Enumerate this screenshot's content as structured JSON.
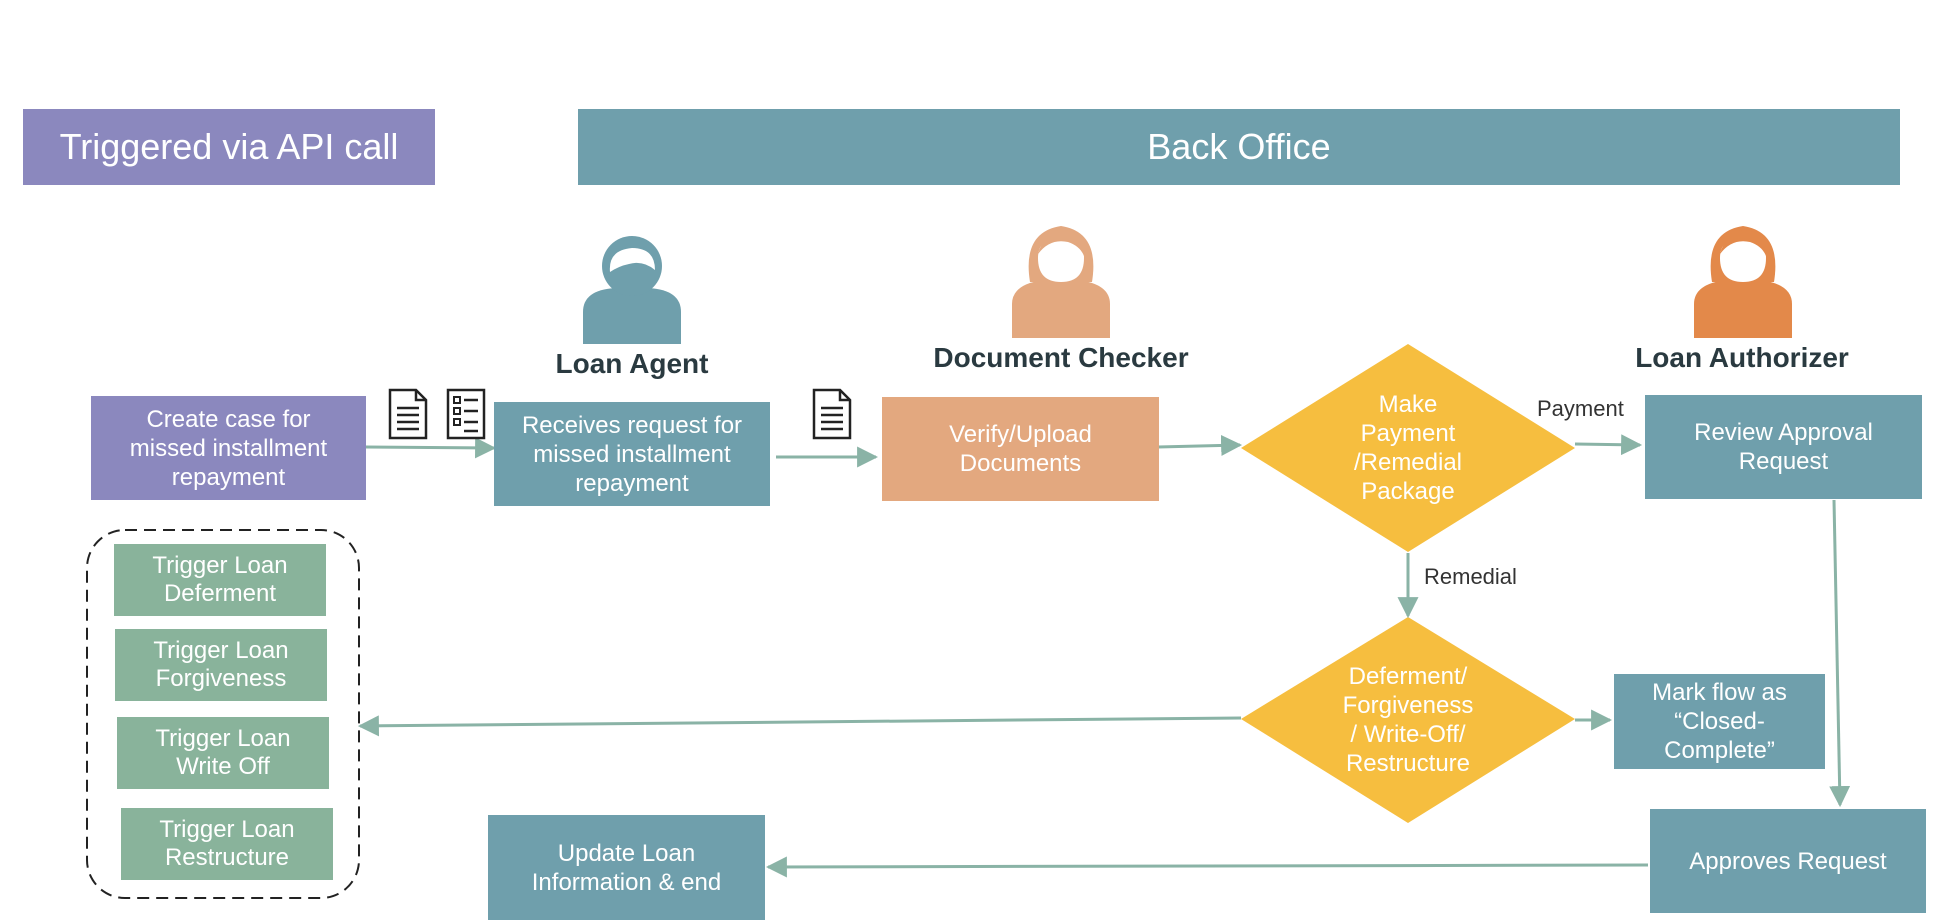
{
  "banners": {
    "api": "Triggered via API call",
    "back_office": "Back Office"
  },
  "actors": {
    "agent": "Loan Agent",
    "checker": "Document Checker",
    "authorizer": "Loan Authorizer"
  },
  "nodes": {
    "create_case": "Create case for\nmissed installment\nrepayment",
    "receives_request": "Receives request for\nmissed installment\nrepayment",
    "verify_docs": "Verify/Upload\nDocuments",
    "make_payment": "Make\nPayment\n/Remedial\nPackage",
    "review_approval": "Review Approval\nRequest",
    "deferment": "Deferment/\nForgiveness\n/ Write-Off/\nRestructure",
    "mark_flow": "Mark flow as\n“Closed-\nComplete”",
    "approves_request": "Approves Request",
    "update_loan": "Update Loan\nInformation & end"
  },
  "triggers": [
    "Trigger Loan\nDeferment",
    "Trigger Loan\nForgiveness",
    "Trigger Loan\nWrite Off",
    "Trigger Loan\nRestructure"
  ],
  "edge_labels": {
    "payment": "Payment",
    "remedial": "Remedial"
  },
  "colors": {
    "purple": "#8b88be",
    "teal": "#6f9fac",
    "peach": "#e3a87f",
    "yellow": "#f6be3f",
    "green": "#89b39b",
    "arrow": "#8ab3a6",
    "agent_avatar": "#6f9fac",
    "checker_avatar": "#e3a87f",
    "authorizer_avatar": "#e3894a"
  },
  "icons": [
    "document-icon",
    "checklist-icon",
    "document-icon",
    "person-avatar-icon"
  ]
}
